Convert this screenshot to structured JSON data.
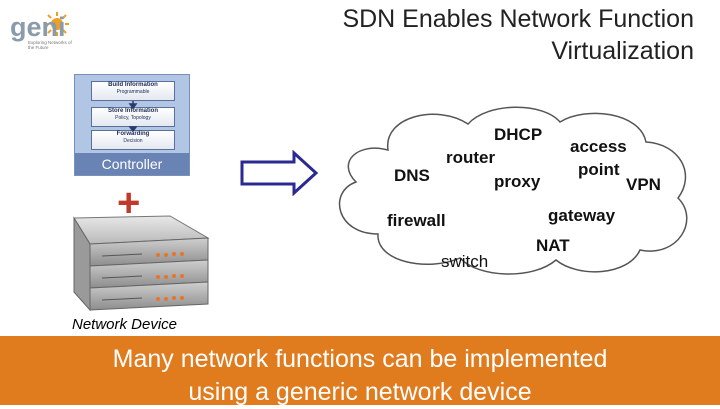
{
  "logo": {
    "word": "geni",
    "tagline": "Exploring Networks of the Future"
  },
  "title": "SDN Enables Network Function Virtualization",
  "controller": {
    "blocks": [
      {
        "title": "Build Information",
        "sub": "Programmable"
      },
      {
        "title": "Store Information",
        "sub": "Policy, Topology"
      },
      {
        "title": "Forwarding",
        "sub": "Decision"
      }
    ],
    "label": "Controller"
  },
  "plus_sign": "+",
  "device_label": "Network Device",
  "functions": {
    "dhcp": "DHCP",
    "access": "access",
    "router": "router",
    "point": "point",
    "dns": "DNS",
    "proxy": "proxy",
    "vpn": "VPN",
    "gateway": "gateway",
    "firewall": "firewall",
    "nat": "NAT",
    "switch": "switch"
  },
  "banner": {
    "line1": "Many network functions can be implemented",
    "line2": "using a generic network device"
  },
  "colors": {
    "banner": "#e07b1e",
    "controller_bar": "#6883b4",
    "plus": "#c0392b"
  }
}
